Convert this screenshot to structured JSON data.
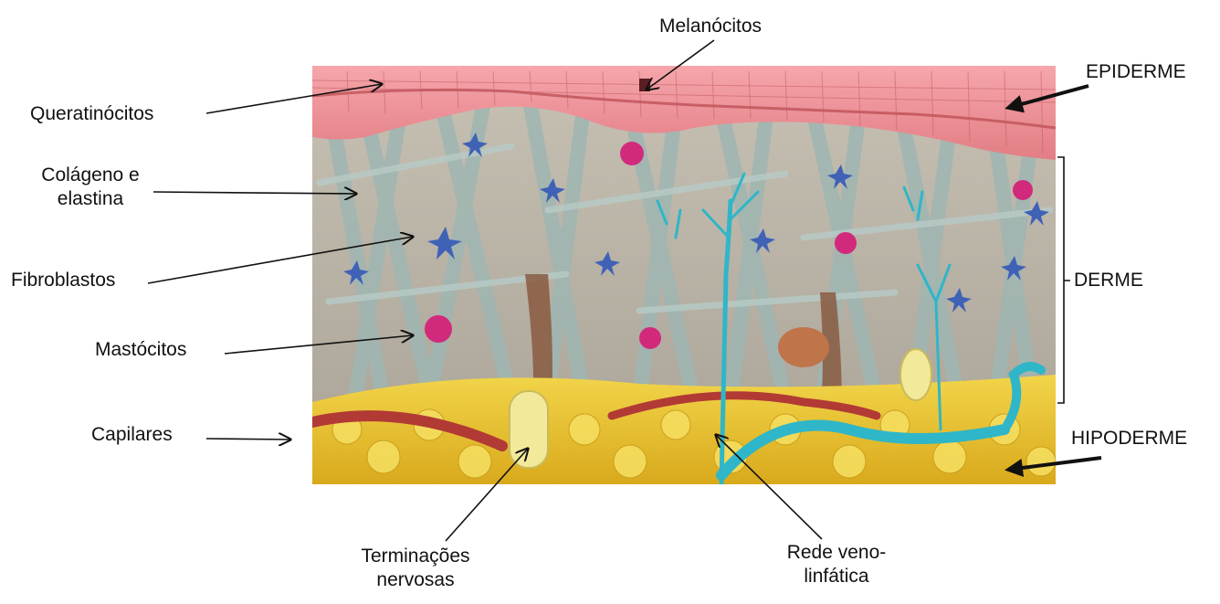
{
  "diagram": {
    "labels": {
      "melanocitos": "Melanócitos",
      "epiderme": "EPIDERME",
      "queratinocitos": "Queratinócitos",
      "colageno_line1": "Colágeno e",
      "colageno_line2": "elastina",
      "fibroblastos": "Fibroblastos",
      "derme": "DERME",
      "mastocitos": "Mastócitos",
      "capilares": "Capilares",
      "hipoderme": "HIPODERME",
      "terminacoes_line1": "Terminações",
      "terminacoes_line2": "nervosas",
      "rede_line1": "Rede veno-",
      "rede_line2": "linfática"
    },
    "colors": {
      "epidermis": "#f08f95",
      "epidermis_dark": "#b8484f",
      "dermis_bg": "#b9b3a6",
      "fiber": "#9cb3af",
      "fibroblast": "#3f62b7",
      "mast_cell": "#d12a7c",
      "hypodermis": "#e8c531",
      "capillary": "#b23a35",
      "lymph": "#2fb6c8",
      "nerve_ending": "#f2e99a"
    }
  }
}
